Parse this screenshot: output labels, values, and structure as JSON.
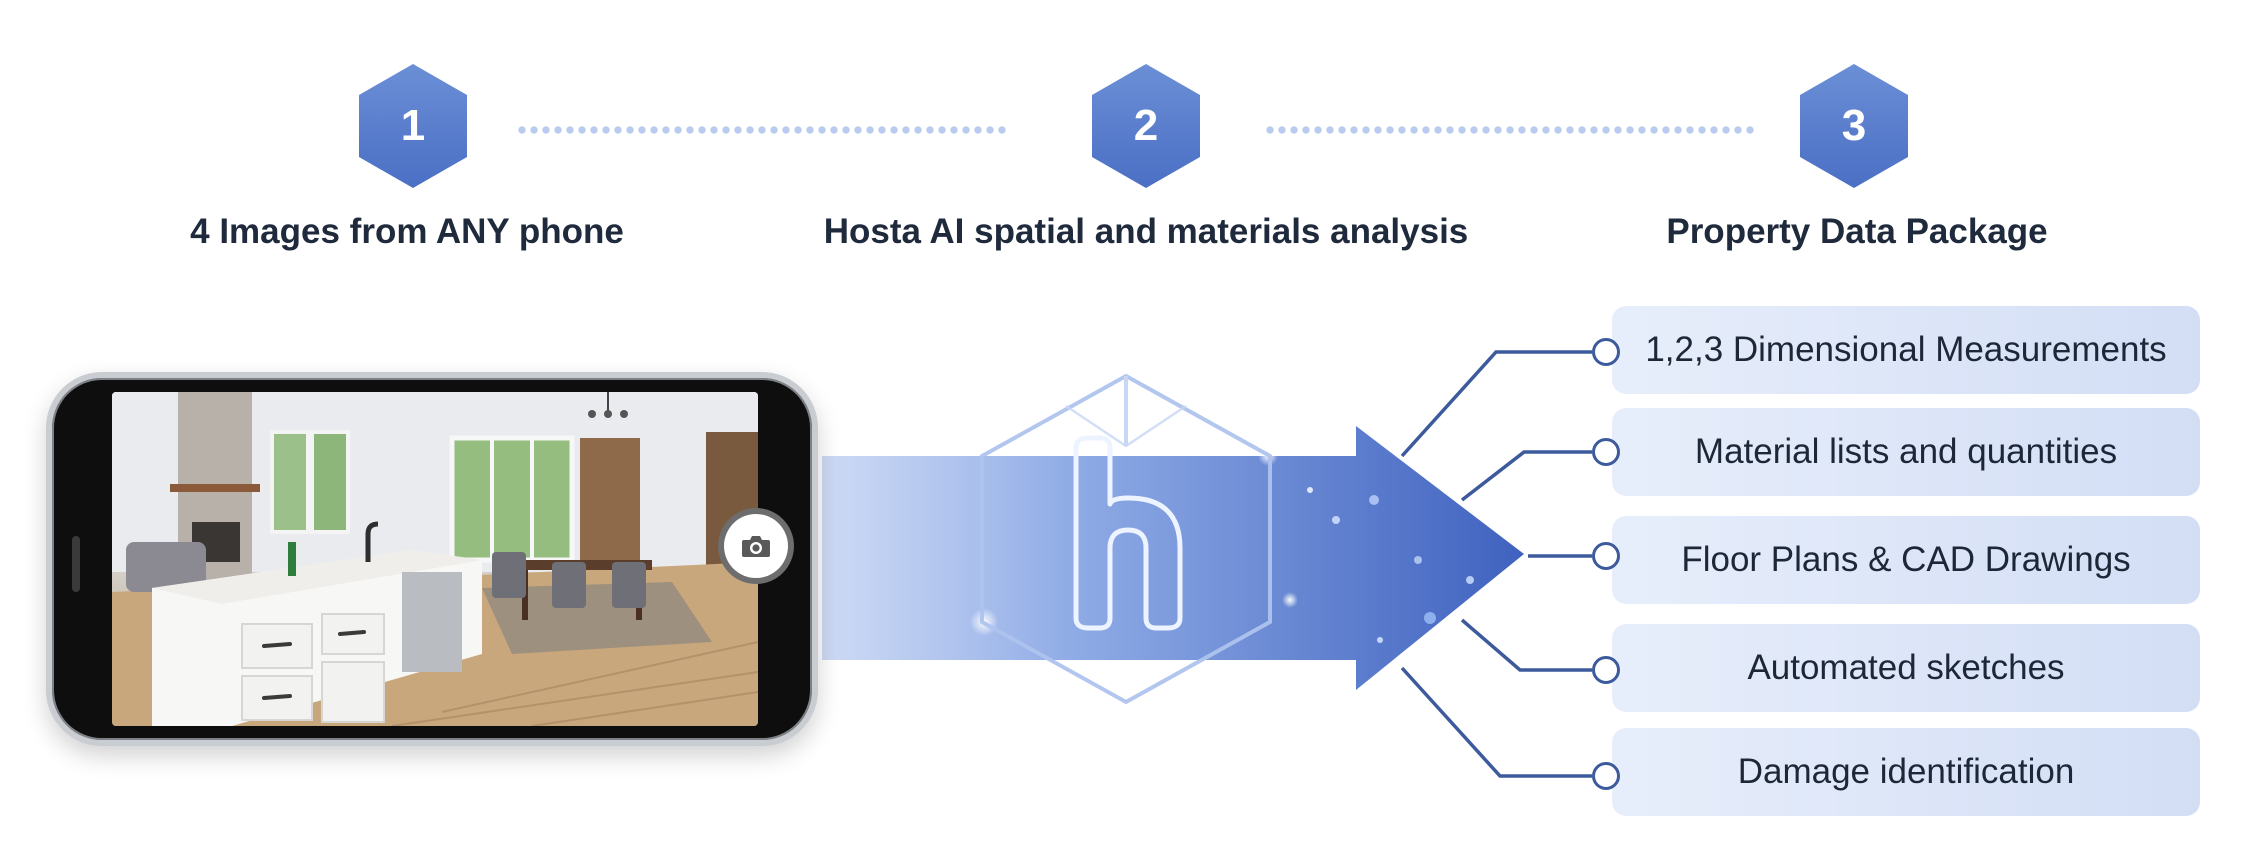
{
  "steps": [
    {
      "number": "1",
      "label": "4 Images from ANY phone"
    },
    {
      "number": "2",
      "label": "Hosta AI spatial and materials analysis"
    },
    {
      "number": "3",
      "label": "Property Data Package"
    }
  ],
  "outputs": [
    "1,2,3 Dimensional Measurements",
    "Material lists and quantities",
    "Floor Plans & CAD Drawings",
    "Automated sketches",
    "Damage identification"
  ],
  "logo": {
    "letter": "h"
  },
  "icons": {
    "camera": "camera-icon"
  },
  "colors": {
    "accent": "#5477cb",
    "arrow": "#4b6cc2",
    "connector": "#3c5a9c",
    "item_bg": "#dde6f7"
  }
}
